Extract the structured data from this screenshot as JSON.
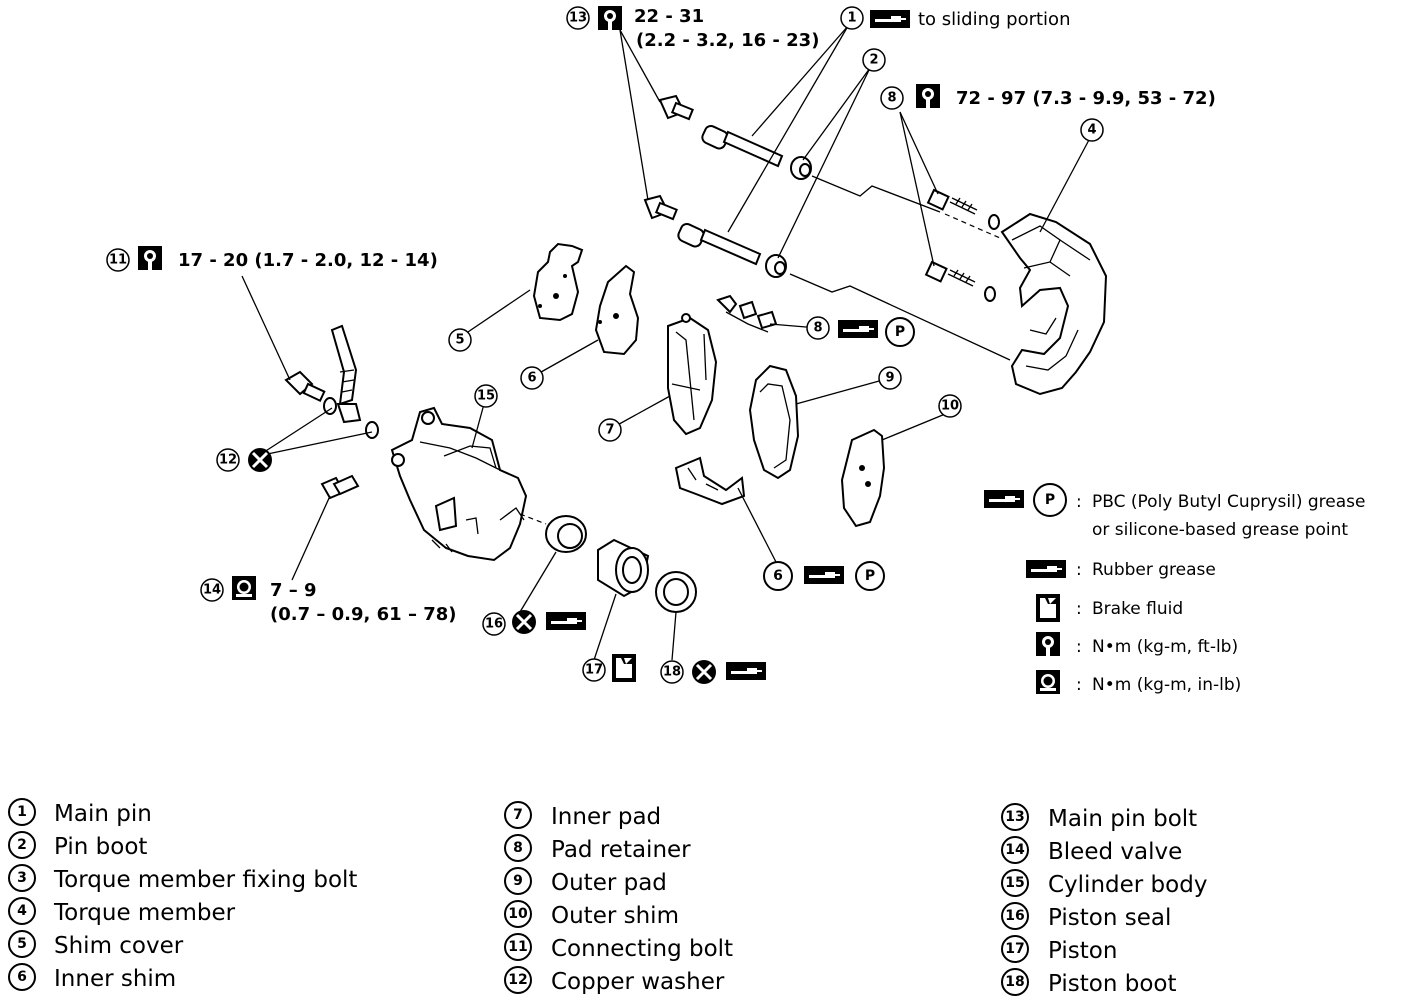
{
  "callouts": {
    "c13_torque": "22 - 31",
    "c13_torque2": "(2.2 - 3.2, 16 - 23)",
    "c1_note": "to sliding portion",
    "c8_torque": "72 - 97 (7.3 - 9.9, 53 - 72)",
    "c11_torque": "17 - 20 (1.7 - 2.0, 12 - 14)",
    "c14_torque": "7 – 9",
    "c14_torque2": "(0.7 – 0.9, 61 – 78)"
  },
  "symbol_key": [
    {
      "symbol": "grease-p",
      "sep": ":",
      "text": "PBC (Poly Butyl Cuprysil) grease",
      "text2": "or silicone-based grease point"
    },
    {
      "symbol": "grease",
      "sep": ":",
      "text": "Rubber grease"
    },
    {
      "symbol": "brake-fluid",
      "sep": ":",
      "text": "Brake fluid"
    },
    {
      "symbol": "torque-ftlb",
      "sep": ":",
      "text": "N•m (kg-m, ft-lb)"
    },
    {
      "symbol": "torque-inlb",
      "sep": ":",
      "text": "N•m (kg-m, in-lb)"
    }
  ],
  "parts": [
    {
      "num": "1",
      "name": "Main pin"
    },
    {
      "num": "2",
      "name": "Pin boot"
    },
    {
      "num": "3",
      "name": "Torque member fixing bolt"
    },
    {
      "num": "4",
      "name": "Torque member"
    },
    {
      "num": "5",
      "name": "Shim cover"
    },
    {
      "num": "6",
      "name": "Inner shim"
    },
    {
      "num": "7",
      "name": "Inner pad"
    },
    {
      "num": "8",
      "name": "Pad retainer"
    },
    {
      "num": "9",
      "name": "Outer pad"
    },
    {
      "num": "10",
      "name": "Outer shim"
    },
    {
      "num": "11",
      "name": "Connecting bolt"
    },
    {
      "num": "12",
      "name": "Copper washer"
    },
    {
      "num": "13",
      "name": "Main pin bolt"
    },
    {
      "num": "14",
      "name": "Bleed valve"
    },
    {
      "num": "15",
      "name": "Cylinder body"
    },
    {
      "num": "16",
      "name": "Piston seal"
    },
    {
      "num": "17",
      "name": "Piston"
    },
    {
      "num": "18",
      "name": "Piston boot"
    }
  ],
  "legend_labels": {
    "grease_p_letter": "P"
  }
}
